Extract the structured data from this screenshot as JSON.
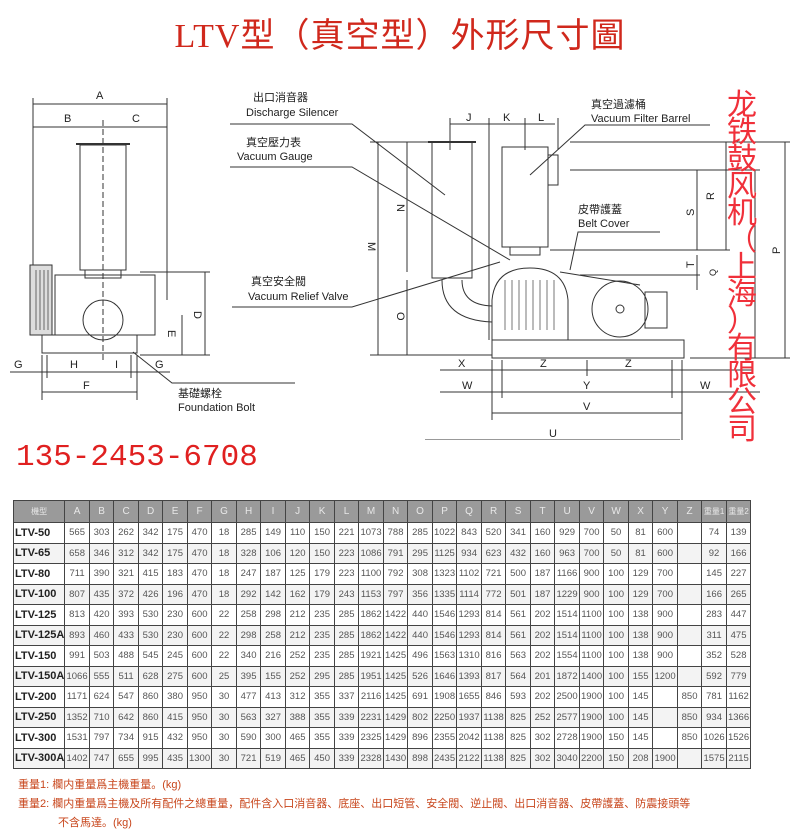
{
  "title": "LTV型（真空型）外形尺寸圖",
  "diagram": {
    "discharge_silencer_cn": "出口消音器",
    "discharge_silencer_en": "Discharge Silencer",
    "vacuum_gauge_cn": "真空壓力表",
    "vacuum_gauge_en": "Vacuum Gauge",
    "relief_valve_cn": "真空安全閥",
    "relief_valve_en": "Vacuum Relief Valve",
    "foundation_bolt_cn": "基礎螺栓",
    "foundation_bolt_en": "Foundation Bolt",
    "filter_barrel_cn": "真空過濾桶",
    "filter_barrel_en": "Vacuum Filter Barrel",
    "belt_cover_cn": "皮帶護蓋",
    "belt_cover_en": "Belt Cover",
    "dims": {
      "A": "A",
      "B": "B",
      "C": "C",
      "D": "D",
      "E": "E",
      "F": "F",
      "G": "G",
      "H": "H",
      "I": "I",
      "J": "J",
      "K": "K",
      "L": "L",
      "M": "M",
      "N": "N",
      "O": "O",
      "P": "P",
      "Q": "Q",
      "R": "R",
      "S": "S",
      "T": "T",
      "U": "U",
      "V": "V",
      "W": "W",
      "X": "X",
      "Y": "Y",
      "Z": "Z"
    }
  },
  "phone": "135-2453-6708",
  "company_chars": [
    "龙",
    "铁",
    "鼓",
    "风",
    "机",
    "（",
    "上",
    "海",
    "）",
    "有",
    "限",
    "公",
    "司"
  ],
  "table": {
    "headers": [
      "機型",
      "A",
      "B",
      "C",
      "D",
      "E",
      "F",
      "G",
      "H",
      "I",
      "J",
      "K",
      "L",
      "M",
      "N",
      "O",
      "P",
      "Q",
      "R",
      "S",
      "T",
      "U",
      "V",
      "W",
      "X",
      "Y",
      "Z",
      "重量1",
      "重量2"
    ],
    "rows": [
      [
        "LTV-50",
        "565",
        "303",
        "262",
        "342",
        "175",
        "470",
        "18",
        "285",
        "149",
        "110",
        "150",
        "221",
        "1073",
        "788",
        "285",
        "1022",
        "843",
        "520",
        "341",
        "160",
        "929",
        "700",
        "50",
        "81",
        "600",
        "",
        "74",
        "139"
      ],
      [
        "LTV-65",
        "658",
        "346",
        "312",
        "342",
        "175",
        "470",
        "18",
        "328",
        "106",
        "120",
        "150",
        "223",
        "1086",
        "791",
        "295",
        "1125",
        "934",
        "623",
        "432",
        "160",
        "963",
        "700",
        "50",
        "81",
        "600",
        "",
        "92",
        "166"
      ],
      [
        "LTV-80",
        "711",
        "390",
        "321",
        "415",
        "183",
        "470",
        "18",
        "247",
        "187",
        "125",
        "179",
        "223",
        "1100",
        "792",
        "308",
        "1323",
        "1102",
        "721",
        "500",
        "187",
        "1166",
        "900",
        "100",
        "129",
        "700",
        "",
        "145",
        "227"
      ],
      [
        "LTV-100",
        "807",
        "435",
        "372",
        "426",
        "196",
        "470",
        "18",
        "292",
        "142",
        "162",
        "179",
        "243",
        "1153",
        "797",
        "356",
        "1335",
        "1114",
        "772",
        "501",
        "187",
        "1229",
        "900",
        "100",
        "129",
        "700",
        "",
        "166",
        "265"
      ],
      [
        "LTV-125",
        "813",
        "420",
        "393",
        "530",
        "230",
        "600",
        "22",
        "258",
        "298",
        "212",
        "235",
        "285",
        "1862",
        "1422",
        "440",
        "1546",
        "1293",
        "814",
        "561",
        "202",
        "1514",
        "1100",
        "100",
        "138",
        "900",
        "",
        "283",
        "447"
      ],
      [
        "LTV-125A",
        "893",
        "460",
        "433",
        "530",
        "230",
        "600",
        "22",
        "298",
        "258",
        "212",
        "235",
        "285",
        "1862",
        "1422",
        "440",
        "1546",
        "1293",
        "814",
        "561",
        "202",
        "1514",
        "1100",
        "100",
        "138",
        "900",
        "",
        "311",
        "475"
      ],
      [
        "LTV-150",
        "991",
        "503",
        "488",
        "545",
        "245",
        "600",
        "22",
        "340",
        "216",
        "252",
        "235",
        "285",
        "1921",
        "1425",
        "496",
        "1563",
        "1310",
        "816",
        "563",
        "202",
        "1554",
        "1100",
        "100",
        "138",
        "900",
        "",
        "352",
        "528"
      ],
      [
        "LTV-150A",
        "1066",
        "555",
        "511",
        "628",
        "275",
        "600",
        "25",
        "395",
        "155",
        "252",
        "295",
        "285",
        "1951",
        "1425",
        "526",
        "1646",
        "1393",
        "817",
        "564",
        "201",
        "1872",
        "1400",
        "100",
        "155",
        "1200",
        "",
        "592",
        "779"
      ],
      [
        "LTV-200",
        "1171",
        "624",
        "547",
        "860",
        "380",
        "950",
        "30",
        "477",
        "413",
        "312",
        "355",
        "337",
        "2116",
        "1425",
        "691",
        "1908",
        "1655",
        "846",
        "593",
        "202",
        "2500",
        "1900",
        "100",
        "145",
        "",
        "850",
        "781",
        "1162"
      ],
      [
        "LTV-250",
        "1352",
        "710",
        "642",
        "860",
        "415",
        "950",
        "30",
        "563",
        "327",
        "388",
        "355",
        "339",
        "2231",
        "1429",
        "802",
        "2250",
        "1937",
        "1138",
        "825",
        "252",
        "2577",
        "1900",
        "100",
        "145",
        "",
        "850",
        "934",
        "1366"
      ],
      [
        "LTV-300",
        "1531",
        "797",
        "734",
        "915",
        "432",
        "950",
        "30",
        "590",
        "300",
        "465",
        "355",
        "339",
        "2325",
        "1429",
        "896",
        "2355",
        "2042",
        "1138",
        "825",
        "302",
        "2728",
        "1900",
        "150",
        "145",
        "",
        "850",
        "1026",
        "1526"
      ],
      [
        "LTV-300A",
        "1402",
        "747",
        "655",
        "995",
        "435",
        "1300",
        "30",
        "721",
        "519",
        "465",
        "450",
        "339",
        "2328",
        "1430",
        "898",
        "2435",
        "2122",
        "1138",
        "825",
        "302",
        "3040",
        "2200",
        "150",
        "208",
        "1900",
        "",
        "1575",
        "2115"
      ]
    ]
  },
  "notes": {
    "note1_label": "重量1:",
    "note1_text": "欄内重量爲主機重量。(kg)",
    "note2_label": "重量2:",
    "note2_text": "欄内重量爲主機及所有配件之總重量，配件含入口消音器、底座、出口短管、安全閥、逆止閥、出口消音器、皮帶護蓋、防震接頭等",
    "note2_cont": "不含馬達。(kg)"
  },
  "colors": {
    "title": "#d0281c",
    "phone": "#e02020",
    "company": "#f0303a",
    "notes": "#c8461c",
    "table_header": "#9a9a9a"
  }
}
